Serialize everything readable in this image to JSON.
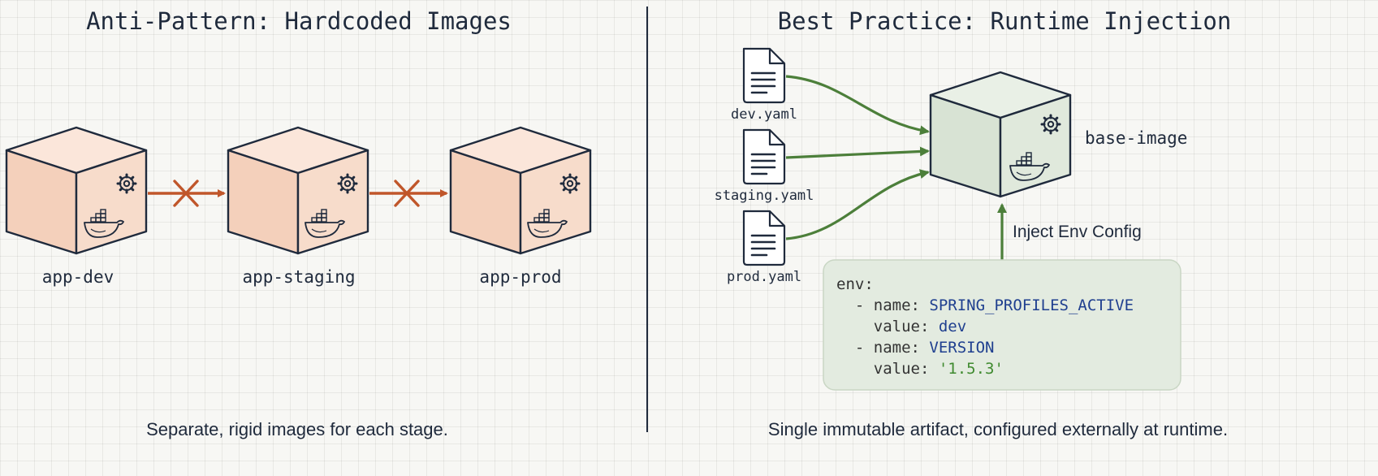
{
  "left": {
    "title": "Anti-Pattern: Hardcoded Images",
    "caption": "Separate, rigid images for each stage.",
    "images": [
      {
        "label": "app-dev"
      },
      {
        "label": "app-staging"
      },
      {
        "label": "app-prod"
      }
    ]
  },
  "right": {
    "title": "Best Practice: Runtime Injection",
    "caption": "Single immutable artifact, configured externally at runtime.",
    "files": [
      {
        "label": "dev.yaml"
      },
      {
        "label": "staging.yaml"
      },
      {
        "label": "prod.yaml"
      }
    ],
    "base_image_label": "base-image",
    "inject_label": "Inject Env Config",
    "config": {
      "line1": "env:",
      "line2_key": "  - name: ",
      "line2_val": "SPRING_PROFILES_ACTIVE",
      "line3_key": "    value: ",
      "line3_val": "dev",
      "line4_key": "  - name: ",
      "line4_val": "VERSION",
      "line5_key": "    value: ",
      "line5_val": "'1.5.3'"
    }
  },
  "colors": {
    "cube_orange": "#f7d9c8",
    "cube_green": "#dfe8dd",
    "cross_arrow": "#c0562a",
    "inject_arrow": "#4c7f3a",
    "outline": "#1f2a3c",
    "yaml_key": "#333333",
    "yaml_string": "#1f3f8f",
    "yaml_version": "#3f8a2f"
  },
  "icons": [
    "gear-icon",
    "docker-whale-icon",
    "document-icon",
    "cross-icon"
  ]
}
